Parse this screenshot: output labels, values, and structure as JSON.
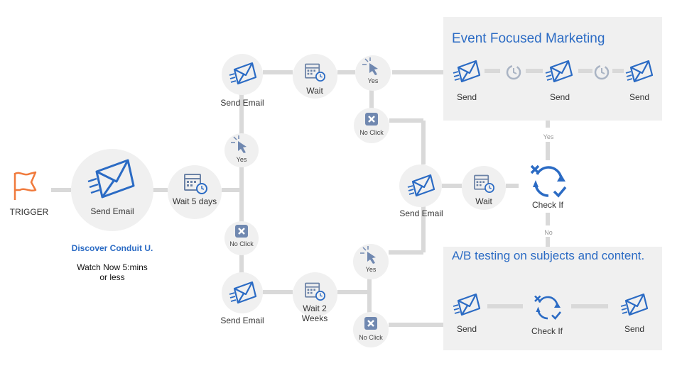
{
  "panels": {
    "event_title": "Event Focused Marketing",
    "ab_title": "A/B testing on subjects and content."
  },
  "trigger": {
    "label": "TRIGGER"
  },
  "main": {
    "send_label": "Send Email",
    "wait_label": "Wait 5 days"
  },
  "promo": {
    "title": "Discover Conduit U.",
    "line1": "Watch Now 5:mins",
    "line2": "or less"
  },
  "branch1": {
    "yes": "Yes",
    "no_click": "No Click"
  },
  "top": {
    "send_label": "Send Email",
    "wait_label": "Wait",
    "yes": "Yes",
    "no_click": "No Click"
  },
  "bottom": {
    "send_label": "Send Email",
    "wait_line1": "Wait 2",
    "wait_line2": "Weeks",
    "yes": "Yes",
    "no_click": "No Click"
  },
  "middle": {
    "send_label": "Send Email",
    "wait_label": "Wait",
    "check_label": "Check If",
    "yes": "Yes",
    "no": "No"
  },
  "event": {
    "send1": "Send",
    "send2": "Send",
    "send3": "Send"
  },
  "ab": {
    "send1": "Send",
    "check_label": "Check If",
    "send2": "Send"
  },
  "colors": {
    "accent": "#2b6bc4",
    "trigger": "#f07a3c",
    "node_bg": "#f0f0f0",
    "connector": "#d9d9d9"
  }
}
